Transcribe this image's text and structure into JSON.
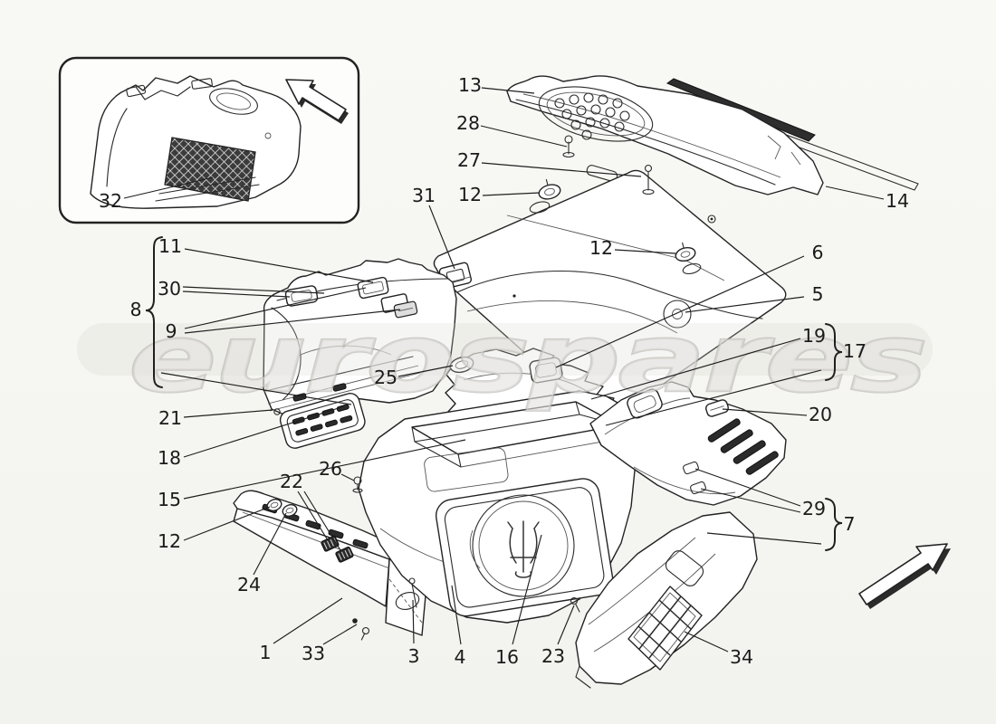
{
  "diagram": {
    "type": "exploded-parts-diagram",
    "watermark": "eurospares",
    "colors": {
      "background": "#f7f6f3",
      "line": "#222222",
      "watermark": "#d9d7d2"
    },
    "icons": {
      "inset_arrow": "arrow-up-left-outline",
      "main_arrow": "arrow-up-right-outline"
    },
    "callouts": [
      {
        "id": "inset-net",
        "n": "32"
      },
      {
        "id": "parcel-shelf",
        "n": "13"
      },
      {
        "id": "shelf-screw",
        "n": "28"
      },
      {
        "id": "shelf-bolt",
        "n": "27"
      },
      {
        "id": "mat-clip-top",
        "n": "12"
      },
      {
        "id": "shelf-end-trim",
        "n": "14"
      },
      {
        "id": "mat-clip-right",
        "n": "12"
      },
      {
        "id": "mat-pad",
        "n": "6"
      },
      {
        "id": "mat-recess",
        "n": "5"
      },
      {
        "id": "mid-mat-clip",
        "n": "19"
      },
      {
        "id": "mid-mat-group",
        "n": "17"
      },
      {
        "id": "right-trim-pocket",
        "n": "20"
      },
      {
        "id": "right-trim-clips",
        "n": "29"
      },
      {
        "id": "right-trim-group",
        "n": "7"
      },
      {
        "id": "right-net-panel",
        "n": "34"
      },
      {
        "id": "right-trim-screw",
        "n": "23"
      },
      {
        "id": "spare-wheel-cover",
        "n": "16"
      },
      {
        "id": "floor-tub-mat",
        "n": "4"
      },
      {
        "id": "tub-bolt",
        "n": "3"
      },
      {
        "id": "sill-rivet",
        "n": "33"
      },
      {
        "id": "sill-trim",
        "n": "1"
      },
      {
        "id": "sill-grommet",
        "n": "24"
      },
      {
        "id": "sill-clip",
        "n": "22"
      },
      {
        "id": "tub-screw",
        "n": "26"
      },
      {
        "id": "sill-grommet-left",
        "n": "12"
      },
      {
        "id": "left-mat",
        "n": "15"
      },
      {
        "id": "vent-grille",
        "n": "18"
      },
      {
        "id": "panel-screw",
        "n": "21"
      },
      {
        "id": "left-panel-clips",
        "n": "9"
      },
      {
        "id": "left-panel-pads",
        "n": "30"
      },
      {
        "id": "left-panel-lid",
        "n": "11"
      },
      {
        "id": "left-panel-group",
        "n": "8"
      },
      {
        "id": "mat-bracket-clip",
        "n": "31"
      },
      {
        "id": "mid-mat-oval",
        "n": "25"
      }
    ]
  }
}
